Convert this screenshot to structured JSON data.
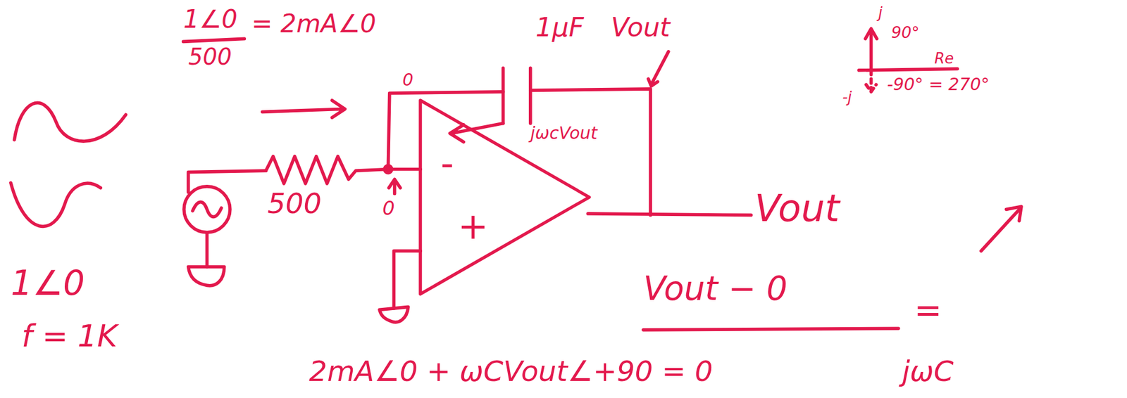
{
  "diagram": {
    "nodes": [
      {
        "text": [
          "-",
          "+"
        ]
      }
    ],
    "labels": [
      "1∠0",
      "500",
      "= 2mA∠0",
      "0",
      "1μF",
      "Vout",
      "jωcVout",
      "500",
      "0",
      "1∠0",
      "f = 1K",
      "Vout",
      "j",
      "90°",
      "Re",
      "-90° = 270°",
      "-j",
      "Vout − 0",
      "=",
      "2mA∠0 + ωCVout∠+90 = 0",
      "jωC"
    ]
  }
}
